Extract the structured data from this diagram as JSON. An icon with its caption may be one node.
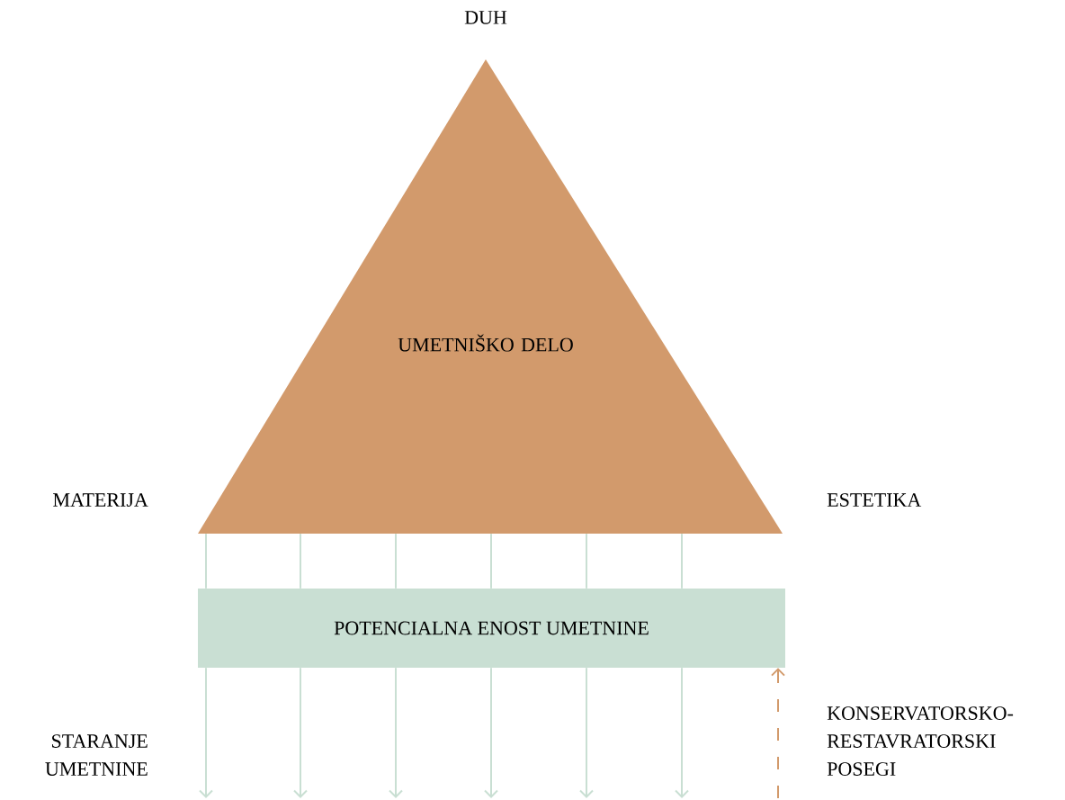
{
  "diagram": {
    "nodes": [
      {
        "text": [
          "UMETNIŠKO DELO"
        ]
      },
      {
        "text": [
          "POTENCIALNA ENOST UMETNINE"
        ]
      }
    ],
    "edges": [
      {
        "from": 0,
        "to": 1,
        "arrow": "none"
      },
      {
        "from": 0,
        "to": 1,
        "arrow": "none"
      },
      {
        "from": 0,
        "to": 1,
        "arrow": "none"
      },
      {
        "from": 0,
        "to": 1,
        "arrow": "none"
      },
      {
        "from": 0,
        "to": 1,
        "arrow": "none"
      },
      {
        "from": 0,
        "to": 1,
        "arrow": "none"
      },
      {
        "from": 1,
        "to": null,
        "arrow": "to"
      },
      {
        "from": 1,
        "to": null,
        "arrow": "to"
      },
      {
        "from": 1,
        "to": null,
        "arrow": "to"
      },
      {
        "from": 1,
        "to": null,
        "arrow": "to"
      },
      {
        "from": 1,
        "to": null,
        "arrow": "to"
      },
      {
        "from": 1,
        "to": null,
        "arrow": "to"
      },
      {
        "from": null,
        "to": 1,
        "arrow": "to",
        "style": "dashed",
        "color": "#d29a6c"
      }
    ],
    "labels": [
      "DUH",
      "MATERIJA",
      "ESTETIKA",
      "STARANJE UMETNINE",
      "KONSERVATORSKO- RESTAVRATORSKI POSEGI"
    ]
  }
}
